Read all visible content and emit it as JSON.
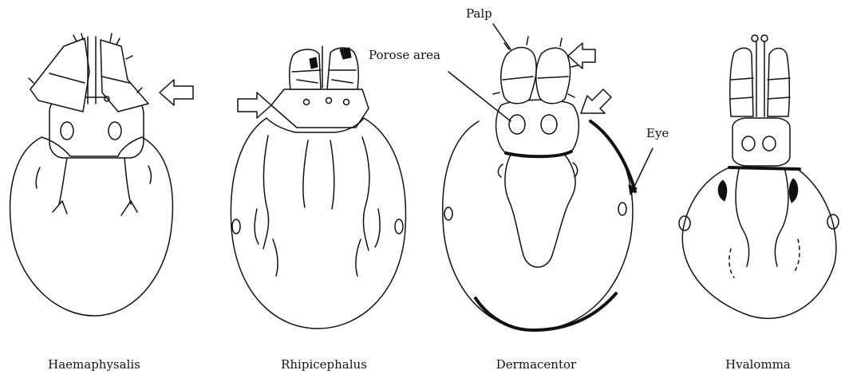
{
  "figure": {
    "specimens": [
      {
        "id": "haemaphysalis",
        "label": "Haemaphysalis"
      },
      {
        "id": "rhipicephalus",
        "label": "Rhipicephalus"
      },
      {
        "id": "dermacentor",
        "label": "Dermacentor"
      },
      {
        "id": "hyalomma",
        "label": "Hvalomma"
      }
    ],
    "annotations": {
      "palp": "Palp",
      "porose_area": "Porose area",
      "eye": "Eye"
    }
  }
}
